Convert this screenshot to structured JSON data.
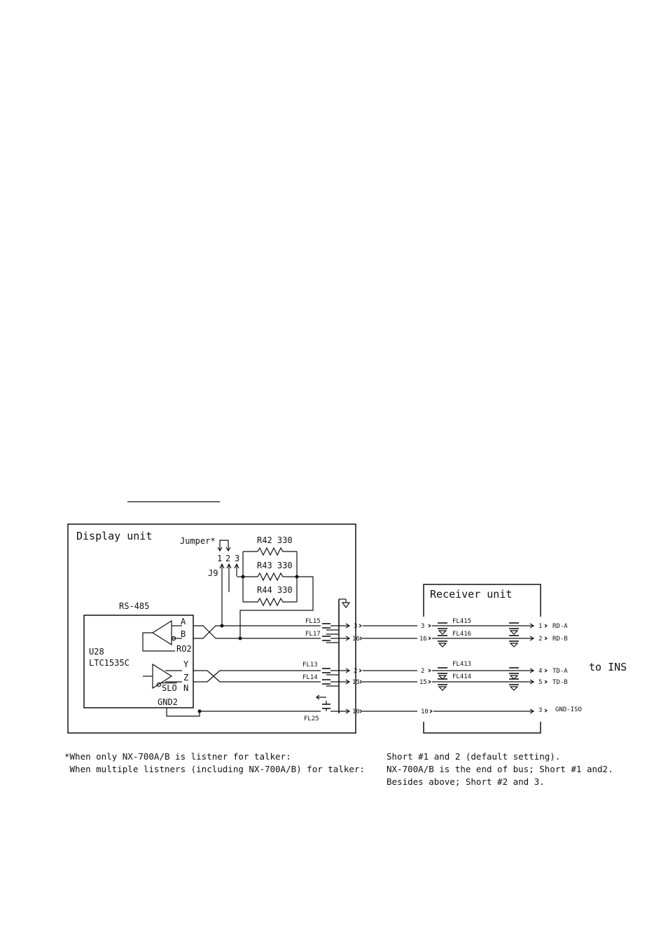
{
  "underline_heading": "",
  "display_unit": {
    "label": "Display unit",
    "jumper_label": "Jumper*",
    "jumper_pins": [
      "1",
      "2",
      "3"
    ],
    "jumper_ref": "J9",
    "resistors": [
      "R42 330",
      "R43 330",
      "R44 330"
    ],
    "rs485_label": "RS-485",
    "ic_ref": "U28",
    "ic_part": "LTC1535C",
    "ic_pins": {
      "a": "A",
      "b": "B",
      "ro2": "RO2",
      "y": "Y",
      "z": "Z",
      "slo": "SLO",
      "n": "N",
      "gnd2": "GND2"
    },
    "filters": [
      "FL15",
      "FL17",
      "FL13",
      "FL14",
      "FL25"
    ],
    "connector_pins": [
      "3",
      "16",
      "2",
      "15",
      "10"
    ]
  },
  "receiver_unit": {
    "label": "Receiver unit",
    "in_pins": [
      "3",
      "16",
      "2",
      "15",
      "10"
    ],
    "filters": [
      "FL415",
      "FL416",
      "FL413",
      "FL414"
    ],
    "out_pins": [
      "1",
      "2",
      "4",
      "5",
      "3"
    ],
    "signals": [
      "RD-A",
      "RD-B",
      "TD-A",
      "TD-B",
      "GND-ISO"
    ]
  },
  "to_label": "to INS",
  "footnotes": {
    "left": [
      "*When only NX-700A/B is listner for talker:",
      " When multiple listners (including NX-700A/B) for talker:"
    ],
    "right": [
      "Short #1 and 2 (default setting).",
      "NX-700A/B is the end of bus; Short #1 and2.",
      "Besides above; Short #2 and 3."
    ]
  }
}
